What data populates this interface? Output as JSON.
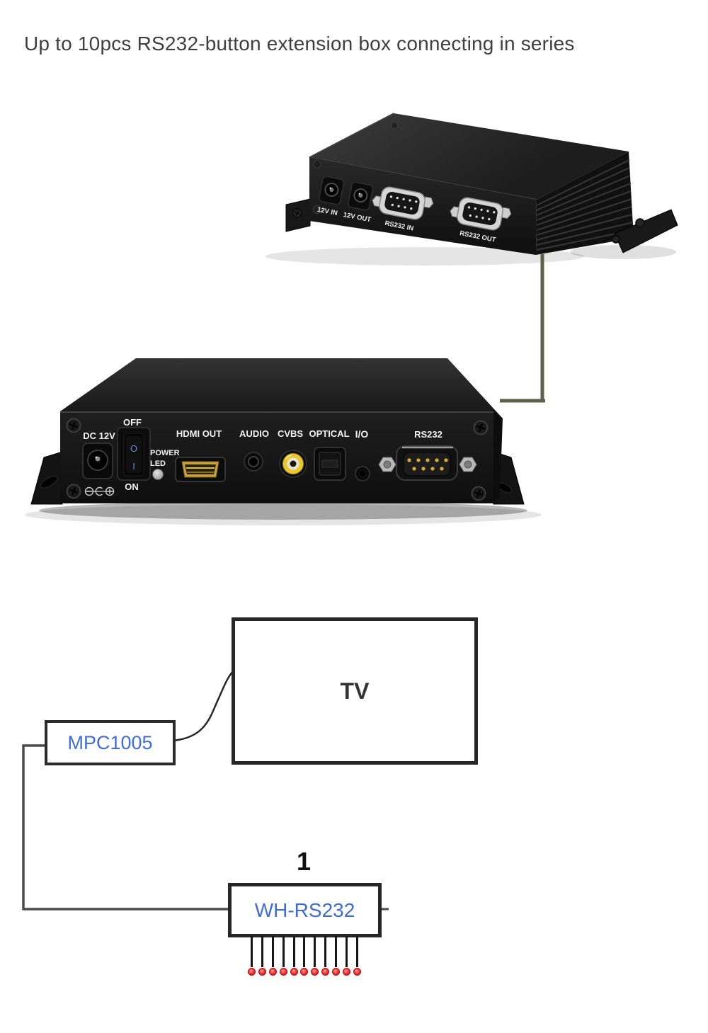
{
  "title": "Up to 10pcs RS232-button extension box connecting in series",
  "extension_box": {
    "ports": {
      "dc_in": "12V IN",
      "dc_out": "12V OUT",
      "rs232_in": "RS232 IN",
      "rs232_out": "RS232 OUT"
    }
  },
  "player_box": {
    "labels": {
      "dc": "DC 12V",
      "off": "OFF",
      "on": "ON",
      "power": "POWER",
      "led": "LED",
      "hdmi": "HDMI OUT",
      "audio": "AUDIO",
      "cvbs": "CVBS",
      "optical": "OPTICAL",
      "io": "I/O",
      "rs232": "RS232",
      "switch_o": "O",
      "switch_i": "I"
    }
  },
  "diagram": {
    "tv_label": "TV",
    "mpc_label": "MPC1005",
    "wh_label": "WH-RS232",
    "index_label": "1",
    "pin_count": 11,
    "colors": {
      "label_blue": "#3e6cd9",
      "pin_red": "#e8202a",
      "diagram_line": "#4c4c4c",
      "series_connector_line": "#605f4b",
      "title_text": "#3f3f3f"
    }
  }
}
